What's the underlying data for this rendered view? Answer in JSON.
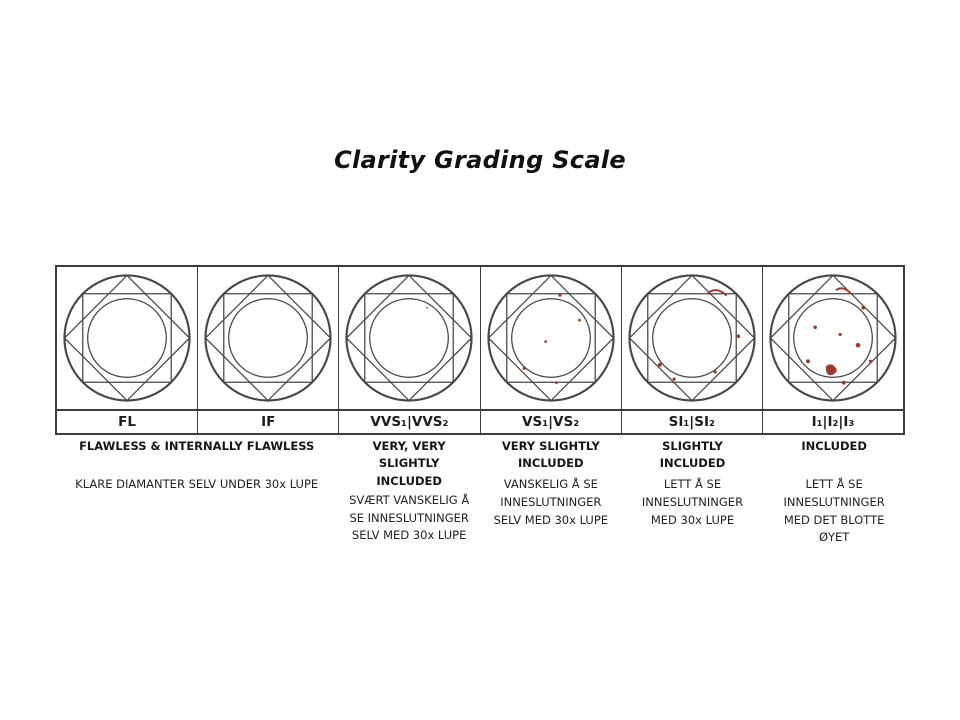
{
  "page": {
    "title": "Clarity Grading Scale"
  },
  "colors": {
    "line_gray": "#474747",
    "border_dark": "#3d3d3d",
    "inclusion_red": "#9c3a2e",
    "background": "#ffffff"
  },
  "grades": [
    {
      "code": "FL"
    },
    {
      "code": "IF"
    },
    {
      "code": "VVS₁|VVS₂"
    },
    {
      "code": "VS₁|VS₂"
    },
    {
      "code": "SI₁|SI₂"
    },
    {
      "code": "I₁|I₂|I₃"
    }
  ],
  "descriptions": [
    {
      "span": 2,
      "heading": "FLAWLESS & INTERNALLY FLAWLESS",
      "body": "KLARE DIAMANTER SELV UNDER 30x LUPE"
    },
    {
      "span": 1,
      "heading": "VERY, VERY SLIGHTLY INCLUDED",
      "body": "SVÆRT VANSKELIG Å SE INNESLUTNINGER SELV MED 30x LUPE"
    },
    {
      "span": 1,
      "heading": "VERY SLIGHTLY INCLUDED",
      "body": "VANSKELIG Å SE INNESLUTNINGER SELV MED 30x LUPE"
    },
    {
      "span": 1,
      "heading": "SLIGHTLY INCLUDED",
      "body": "LETT Å SE INNESLUTNINGER MED 30x LUPE"
    },
    {
      "span": 1,
      "heading": "INCLUDED",
      "body": "LETT Å SE INNESLUTNINGER MED DET BLOTTE ØYET"
    }
  ]
}
